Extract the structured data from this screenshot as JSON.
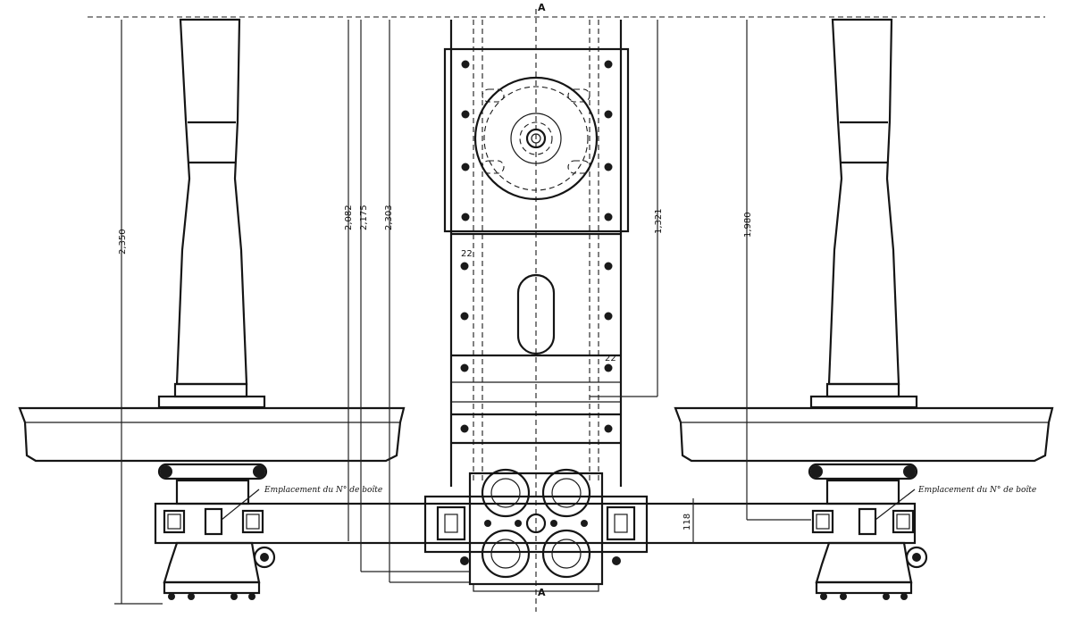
{
  "section_marks": {
    "top": "A",
    "bottom": "A"
  },
  "dimensions": {
    "left_column": "2,350",
    "inner_1": "2,082",
    "inner_2": "2,175",
    "inner_3": "2,303",
    "center_right": "1,321",
    "right_column": "1,980",
    "small_top": "22",
    "small_mid": "22",
    "bottom_right": "118"
  },
  "notes": {
    "left": "Emplacement du N° de boîte",
    "right": "Emplacement du N° de boîte"
  },
  "colors": {
    "ink": "#151515",
    "paper": "#ffffff"
  }
}
